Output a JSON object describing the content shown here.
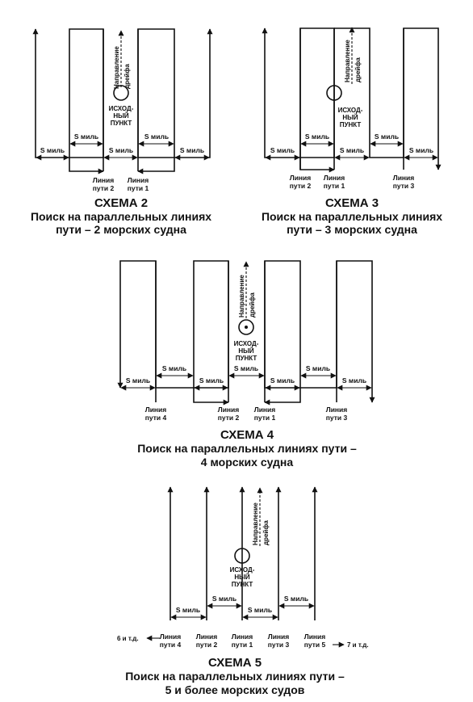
{
  "labels": {
    "s_mil": "S миль",
    "origin": [
      "ИСХОД-",
      "НЫЙ",
      "ПУНКТ"
    ],
    "drift": [
      "Направление",
      "дрейфа"
    ],
    "track_word": "Линия",
    "track_num_prefix": "пути"
  },
  "schemes": [
    {
      "id": "scheme-2",
      "title": "СХЕМА 2",
      "subtitle_lines": [
        "Поиск на параллельных линиях",
        "пути – 2 морских судна"
      ],
      "track_labels": [
        "пути 2",
        "пути 1"
      ]
    },
    {
      "id": "scheme-3",
      "title": "СХЕМА 3",
      "subtitle_lines": [
        "Поиск на параллельных линиях",
        "пути – 3 морских судна"
      ],
      "track_labels": [
        "пути 2",
        "пути 1",
        "пути 3"
      ]
    },
    {
      "id": "scheme-4",
      "title": "СХЕМА 4",
      "subtitle_lines": [
        "Поиск на параллельных линиях пути –",
        "4 морских судна"
      ],
      "track_labels": [
        "пути 4",
        "пути 2",
        "пути 1",
        "пути 3"
      ]
    },
    {
      "id": "scheme-5",
      "title": "СХЕМА 5",
      "subtitle_lines": [
        "Поиск на параллельных линиях пути –",
        "5 и более морских судов"
      ],
      "track_labels": [
        "пути 4",
        "пути 2",
        "пути 1",
        "пути 3",
        "пути 5"
      ],
      "left_note": "6 и т.д.",
      "right_note": "7 и т.д."
    }
  ]
}
